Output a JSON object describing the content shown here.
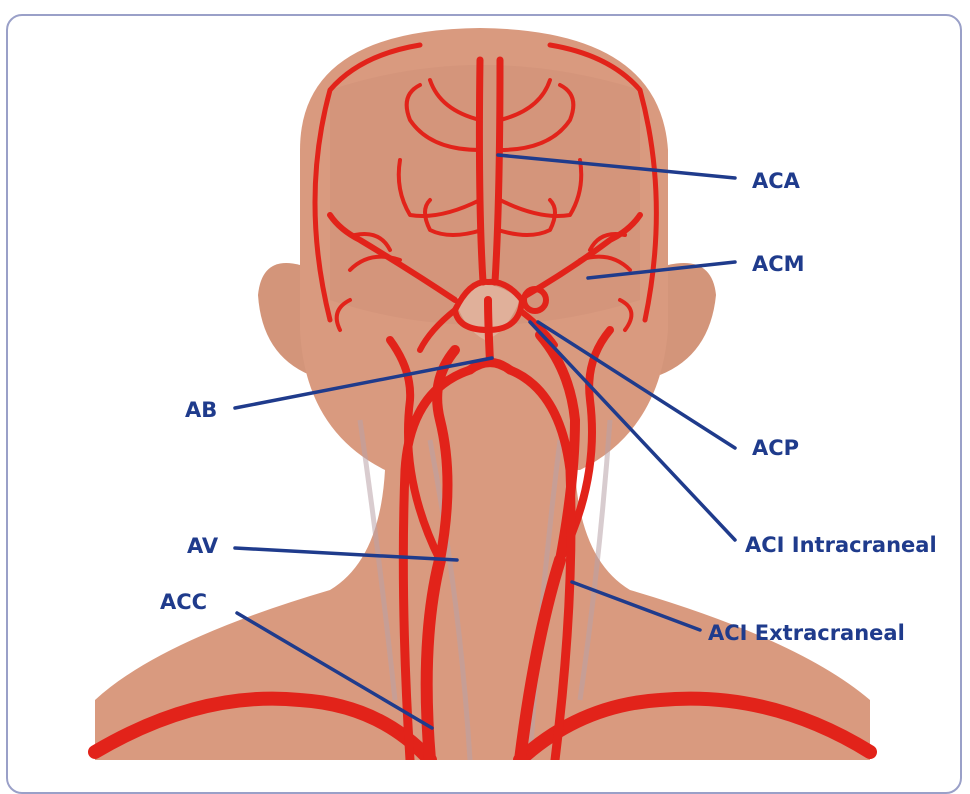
{
  "labels": {
    "aca": "ACA",
    "acm": "ACM",
    "ab": "AB",
    "acp": "ACP",
    "av": "AV",
    "aci_intra": "ACI Intracraneal",
    "acc": "ACC",
    "aci_extra": "ACI Extracraneal"
  },
  "colors": {
    "skin": "#d99a7f",
    "skin_shadow": "#c98a70",
    "artery": "#e2231a",
    "vein_shadow": "#b9a3a8",
    "leader": "#1f3b8c",
    "frame": "#9aa0c8"
  }
}
